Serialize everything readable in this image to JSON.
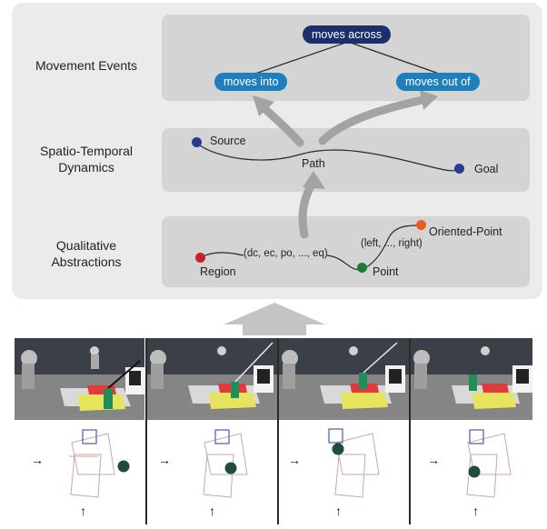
{
  "rows": {
    "movement_events": "Movement Events",
    "spatio_temporal_line1": "Spatio-Temporal",
    "spatio_temporal_line2": "Dynamics",
    "qualitative_line1": "Qualitative",
    "qualitative_line2": "Abstractions"
  },
  "events": {
    "moves_across": "moves across",
    "moves_into": "moves into",
    "moves_out_of": "moves out of"
  },
  "dynamics": {
    "source": "Source",
    "path": "Path",
    "goal": "Goal"
  },
  "abstractions": {
    "region": "Region",
    "relations": "(dc, ec, po, ..., eq)",
    "point": "Point",
    "orientations": "(left, ..., right)",
    "oriented_point": "Oriented-Point"
  },
  "panels": {
    "right_arrow": "→",
    "up_arrow": "↑"
  },
  "colors": {
    "band_bg": "#d4d4d4",
    "outer_bg": "#ebebeb",
    "pill_dark": "#1c2f6b",
    "pill_blue": "#1f7fbd",
    "dot_blue": "#2b3a8f",
    "dot_red": "#c8202c",
    "dot_green": "#1f7a3a",
    "dot_orange": "#ee5a24",
    "arrow_gray": "#a3a3a3"
  }
}
